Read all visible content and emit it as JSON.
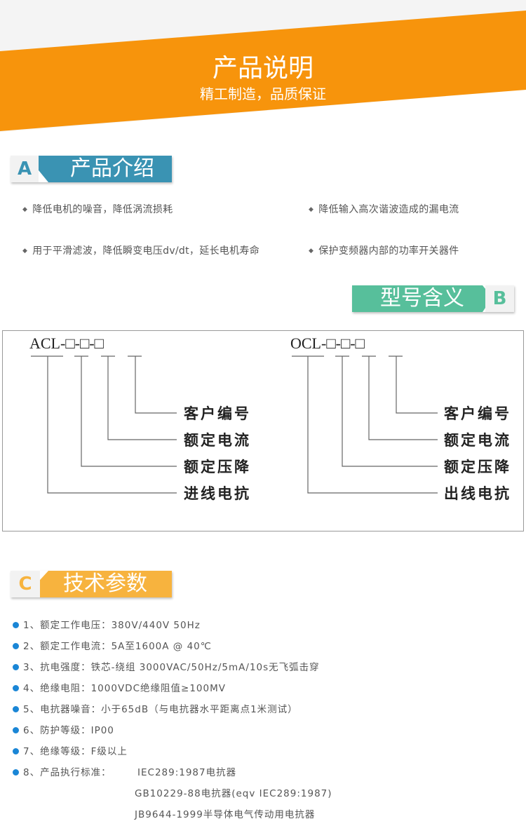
{
  "header": {
    "title": "产品说明",
    "subtitle": "精工制造，品质保证",
    "accent": "#f7940c"
  },
  "section_a": {
    "letter": "A",
    "title": "产品介绍",
    "color": "#3a93b3",
    "features": [
      "降低电机的噪音，降低涡流损耗",
      "降低输入高次谐波造成的漏电流",
      "用于平滑滤波，降低瞬变电压dv/dt，延长电机寿命",
      "保护变频器内部的功率开关器件"
    ]
  },
  "section_b": {
    "letter": "B",
    "title": "型号含义",
    "color": "#57bf9b",
    "diagrams": [
      {
        "model": "ACL-□-□-□",
        "labels": [
          "客户编号",
          "额定电流",
          "额定压降",
          "进线电抗"
        ]
      },
      {
        "model": "OCL-□-□-□",
        "labels": [
          "客户编号",
          "额定电流",
          "额定压降",
          "出线电抗"
        ]
      }
    ]
  },
  "section_c": {
    "letter": "C",
    "title": "技术参数",
    "color": "#f7b33e",
    "specs": [
      "1、额定工作电压：380V/440V  50Hz",
      "2、额定工作电流：5A至1600A @ 40℃",
      "3、抗电强度：铁芯-绕组 3000VAC/50Hz/5mA/10s无飞弧击穿",
      "4、绝缘电阻：1000VDC绝缘阻值≥100MV",
      "5、电抗器噪音：小于65dB（与电抗器水平距离点1米测试）",
      "6、防护等级：IP00",
      "7、绝缘等级：F级以上",
      "8、产品执行标准："
    ],
    "standards": [
      "IEC289:1987电抗器",
      "GB10229-88电抗器(eqv IEC289:1987)",
      "JB9644-1999半导体电气传动用电抗器"
    ]
  }
}
